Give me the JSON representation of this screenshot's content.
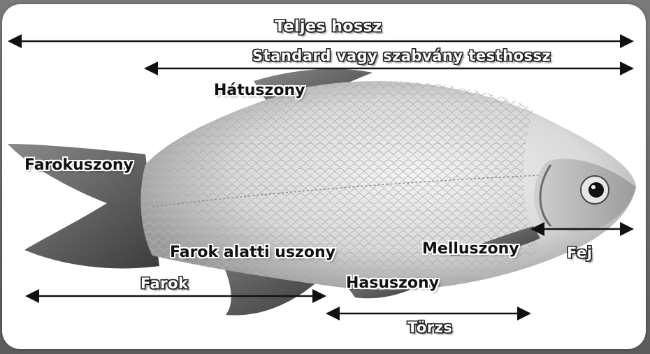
{
  "measurements": {
    "total_length": "Teljes hossz",
    "standard_length": "Standard vagy szabvány testhossz",
    "tail": "Farok",
    "trunk": "Törzs",
    "head": "Fej"
  },
  "fins": {
    "dorsal": "Hátuszony",
    "caudal": "Farokuszony",
    "anal": "Farok alatti uszony",
    "pectoral": "Melluszony",
    "pelvic": "Hasuszony"
  },
  "colors": {
    "arrow": "#111111",
    "background": "#ffffff",
    "frame": "#6f6f6f"
  }
}
